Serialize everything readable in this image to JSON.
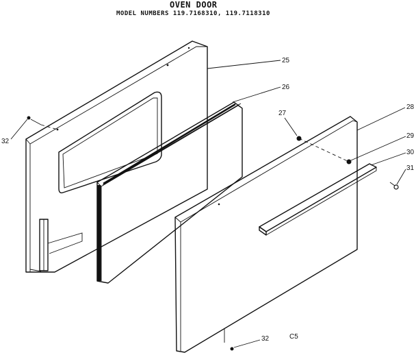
{
  "header": {
    "title": "OVEN DOOR",
    "subtitle": "MODEL NUMBERS 119.7168310, 119.7118310"
  },
  "callouts": {
    "c25": "25",
    "c26": "26",
    "c27": "27",
    "c28": "28",
    "c29": "29",
    "c30": "30",
    "c31": "31",
    "c32_left": "32",
    "c32_bottom": "32"
  },
  "figure_code": "C5"
}
